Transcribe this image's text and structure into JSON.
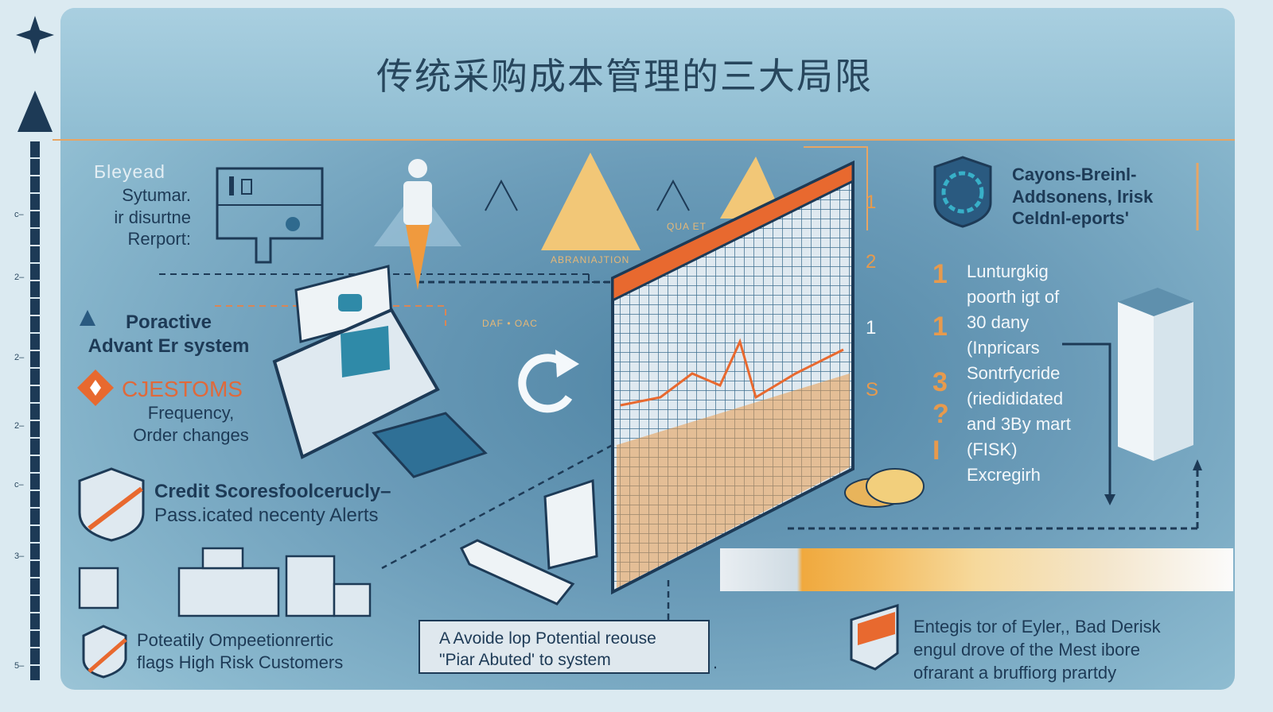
{
  "title": "传统采购成本管理的三大局限",
  "colors": {
    "navy": "#1d3a56",
    "orange": "#e0693a",
    "gold": "#f2c777",
    "background": "#dbeaf1"
  },
  "left_column": {
    "report_heading": "Бleyead",
    "report_text": [
      "Sytumar.",
      "ir disurtne",
      "Rerport:"
    ],
    "proactive": [
      "Poractive",
      "Advant Er system"
    ],
    "customs_heading": "CJESTOMS",
    "customs_text": [
      "Frequency,",
      "Order changes"
    ],
    "credit": [
      "Credit Scoresfoolcerucly–",
      "Pass.icated necenty Alerts"
    ],
    "flags": [
      "Poteatily Ompeetionrertic",
      "flags High Risk Customers"
    ]
  },
  "center": {
    "label_quality": "QUA ET",
    "label_abranijation": "ABRANIAJTION",
    "label_daf": "DAF • OAC",
    "grid_numbers": [
      "1",
      "2",
      "1",
      "S"
    ]
  },
  "right_column": {
    "heading": [
      "Cayons-Breinl-",
      "Addsonens, lrisk",
      "Celdnl-eports'"
    ],
    "list_numbers": [
      "1",
      "1",
      "3",
      "?",
      "I"
    ],
    "list_text": [
      "Lunturgkig",
      "poorth igt of",
      "30 dany",
      "(Inpricars",
      "Sontrfycride",
      "(riedididated",
      "and 3By mart",
      "(FISK)",
      "Excregirh"
    ]
  },
  "bottom": {
    "callout": [
      "A Avoide lop Potential reouse",
      "\"Piar Abuted' to system"
    ],
    "note": [
      "Entegis tor of Eyler,, Bad Derisk",
      "engul drove of the Mest ibore",
      "ofrarant a bruffiorg prartdy"
    ]
  },
  "ruler_labels": [
    "c–",
    "2–",
    "2–",
    "2–",
    "c–",
    "3–",
    "5–"
  ],
  "icons": [
    "star-icon",
    "triangle-icon",
    "shield-globe-icon",
    "shield-crossed-icon",
    "diamond-icon",
    "document-icon",
    "monitor-icon",
    "refresh-icon",
    "coin-icon",
    "building-icon",
    "folder-icon",
    "pillar-icon",
    "person-icon"
  ]
}
